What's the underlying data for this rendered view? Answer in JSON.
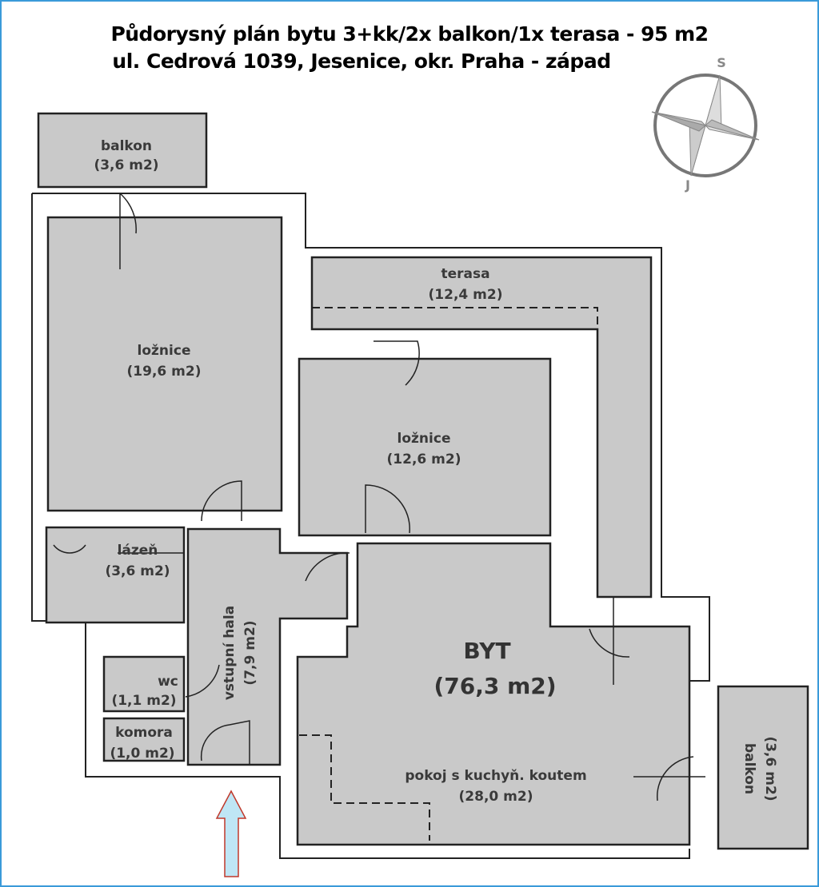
{
  "title": {
    "line1": "Půdorysný plán bytu 3+kk/2x balkon/1x terasa - 95 m2",
    "line2": "ul. Cedrová 1039, Jesenice, okr. Praha - západ"
  },
  "compass": {
    "north_label": "S",
    "south_label": "J"
  },
  "rooms": {
    "balkon_top": {
      "name": "balkon",
      "area": "(3,6 m2)"
    },
    "loznice_big": {
      "name": "ložnice",
      "area": "(19,6 m2)"
    },
    "terasa": {
      "name": "terasa",
      "area": "(12,4 m2)"
    },
    "loznice_small": {
      "name": "ložnice",
      "area": "(12,6 m2)"
    },
    "lazen": {
      "name": "lázeň",
      "area": "(3,6 m2)"
    },
    "hala": {
      "name": "vstupní hala",
      "area": "(7,9 m2)"
    },
    "wc": {
      "name": "wc",
      "area": "(1,1 m2)"
    },
    "komora": {
      "name": "komora",
      "area": "(1,0 m2)"
    },
    "byt": {
      "name": "BYT",
      "area": "(76,3 m2)"
    },
    "pokoj": {
      "name": "pokoj s kuchyň. koutem",
      "area": "(28,0 m2)"
    },
    "balkon_right": {
      "name": "balkon",
      "area": "(3,6 m2)"
    }
  },
  "colors": {
    "frame": "#3a9ad9",
    "room_fill": "#c9c9c9",
    "arrow_fill": "#bfe6f5",
    "arrow_stroke": "#c0392b"
  }
}
